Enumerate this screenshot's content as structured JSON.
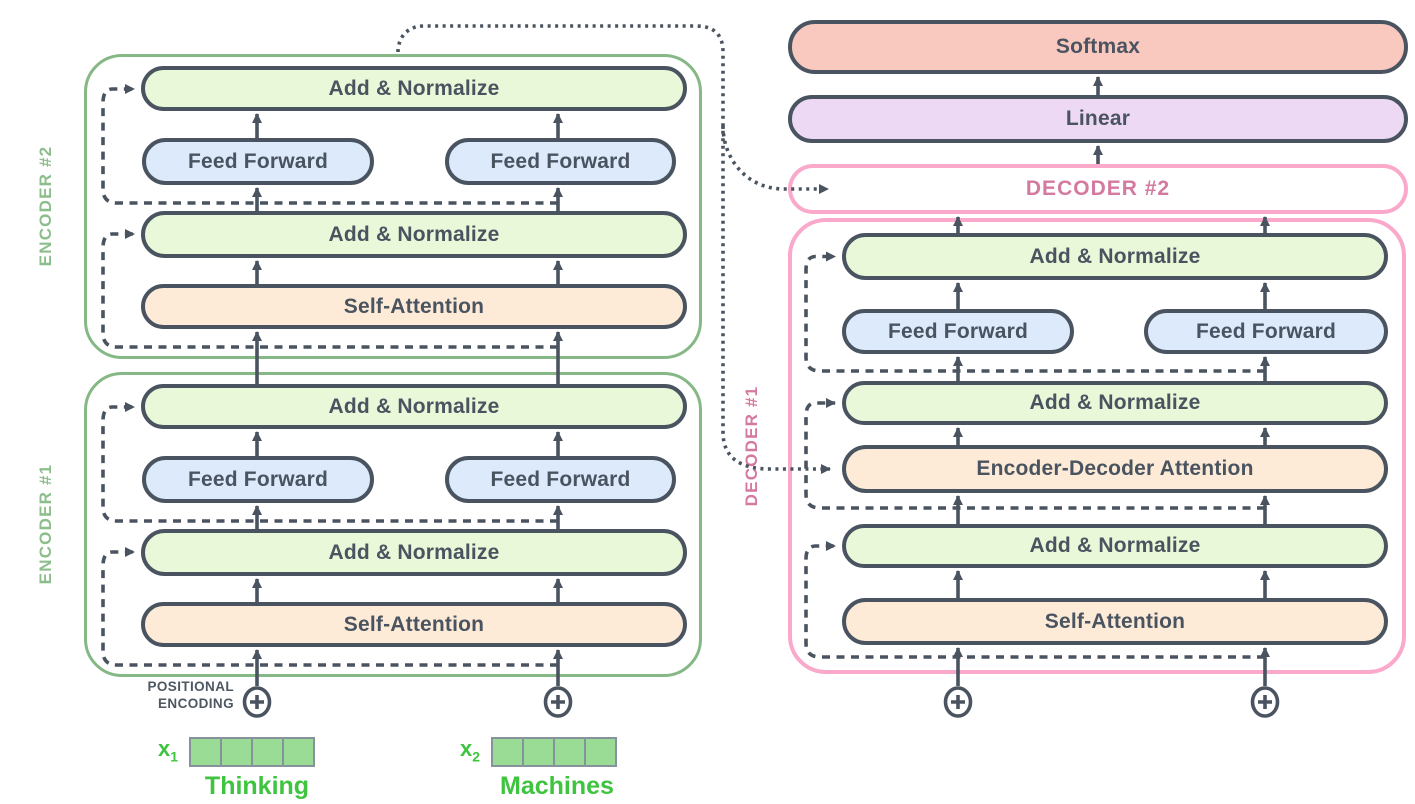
{
  "blocks": {
    "add_normalize": "Add & Normalize",
    "feed_forward": "Feed Forward",
    "self_attention": "Self-Attention",
    "encoder_decoder_attention": "Encoder-Decoder Attention",
    "softmax": "Softmax",
    "linear": "Linear"
  },
  "encoders": [
    {
      "label": "ENCODER #2",
      "blocks": [
        "Add & Normalize",
        "Feed Forward",
        "Feed Forward",
        "Add & Normalize",
        "Self-Attention"
      ]
    },
    {
      "label": "ENCODER #1",
      "blocks": [
        "Add & Normalize",
        "Feed Forward",
        "Feed Forward",
        "Add & Normalize",
        "Self-Attention"
      ]
    }
  ],
  "decoders": [
    {
      "label": "DECODER #1",
      "blocks": [
        "Add & Normalize",
        "Feed Forward",
        "Feed Forward",
        "Add & Normalize",
        "Encoder-Decoder Attention",
        "Add & Normalize",
        "Self-Attention"
      ]
    },
    {
      "label": "DECODER #2",
      "blocks": []
    }
  ],
  "output_head": [
    "Linear",
    "Softmax"
  ],
  "positional_encoding": {
    "line1": "POSITIONAL",
    "line2": "ENCODING"
  },
  "inputs": [
    {
      "var": "x",
      "sub": "1",
      "word": "Thinking",
      "cells": 4
    },
    {
      "var": "x",
      "sub": "2",
      "word": "Machines",
      "cells": 4
    }
  ],
  "colors": {
    "outline_dark": "#4A5460",
    "encoder_border": "#86B886",
    "encoder_label": "#8CBE8C",
    "decoder_border": "#FBA9CB",
    "decoder_label": "#D4799F",
    "add_normalize_fill": "#E9F8D8",
    "feed_forward_fill": "#DCEAFB",
    "attention_fill": "#FDEBD8",
    "softmax_fill": "#F9C8BF",
    "linear_fill": "#EDD9F4",
    "embedding_cell_fill": "#9ADB96",
    "input_word_green": "#3EC43E"
  }
}
